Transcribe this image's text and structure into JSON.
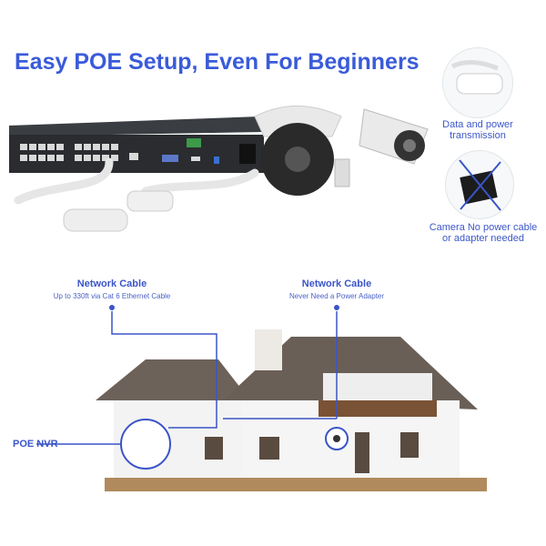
{
  "headline": "Easy POE Setup, Even For Beginners",
  "features": [
    {
      "caption_line1": "Data and power",
      "caption_line2": "transmission",
      "icon": "poe-connector-icon"
    },
    {
      "caption_line1": "Camera No power cable",
      "caption_line2": "or adapter needed",
      "icon": "crossed-adapter-icon"
    }
  ],
  "callouts": [
    {
      "title": "Network Cable",
      "subtitle": "Up to 330ft via Cat 6 Ethernet Cable"
    },
    {
      "title": "Network Cable",
      "subtitle": "Never Need a Power Adapter"
    },
    {
      "title": "POE NVR"
    }
  ],
  "colors": {
    "accent": "#3a5bd9",
    "line": "#3a55c8"
  }
}
